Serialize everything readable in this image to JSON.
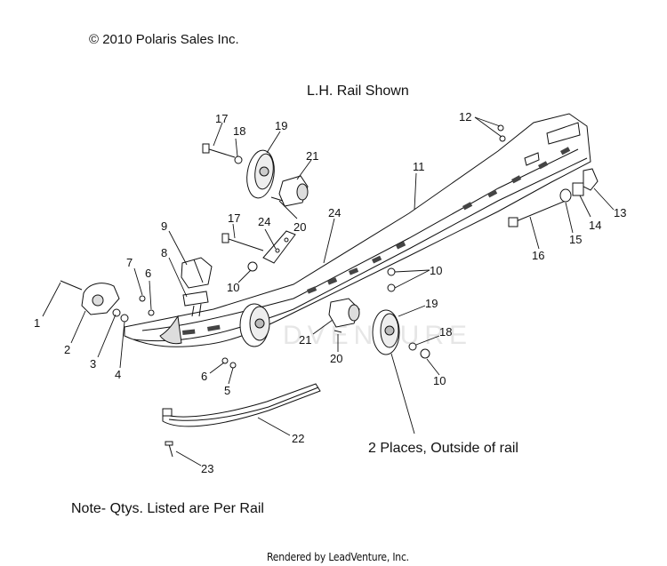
{
  "copyright": "© 2010 Polaris Sales Inc.",
  "view_title": "L.H. Rail Shown",
  "places_note": "2 Places, Outside of rail",
  "qty_note": "Note- Qtys. Listed are Per Rail",
  "footer": "Rendered by LeadVenture, Inc.",
  "watermark": "DVENTURE",
  "callouts": [
    "1",
    "2",
    "3",
    "4",
    "5",
    "6",
    "6",
    "7",
    "8",
    "9",
    "10",
    "10",
    "10",
    "10",
    "11",
    "12",
    "13",
    "14",
    "15",
    "16",
    "17",
    "17",
    "18",
    "18",
    "19",
    "19",
    "20",
    "20",
    "21",
    "21",
    "22",
    "23",
    "24",
    "24"
  ]
}
